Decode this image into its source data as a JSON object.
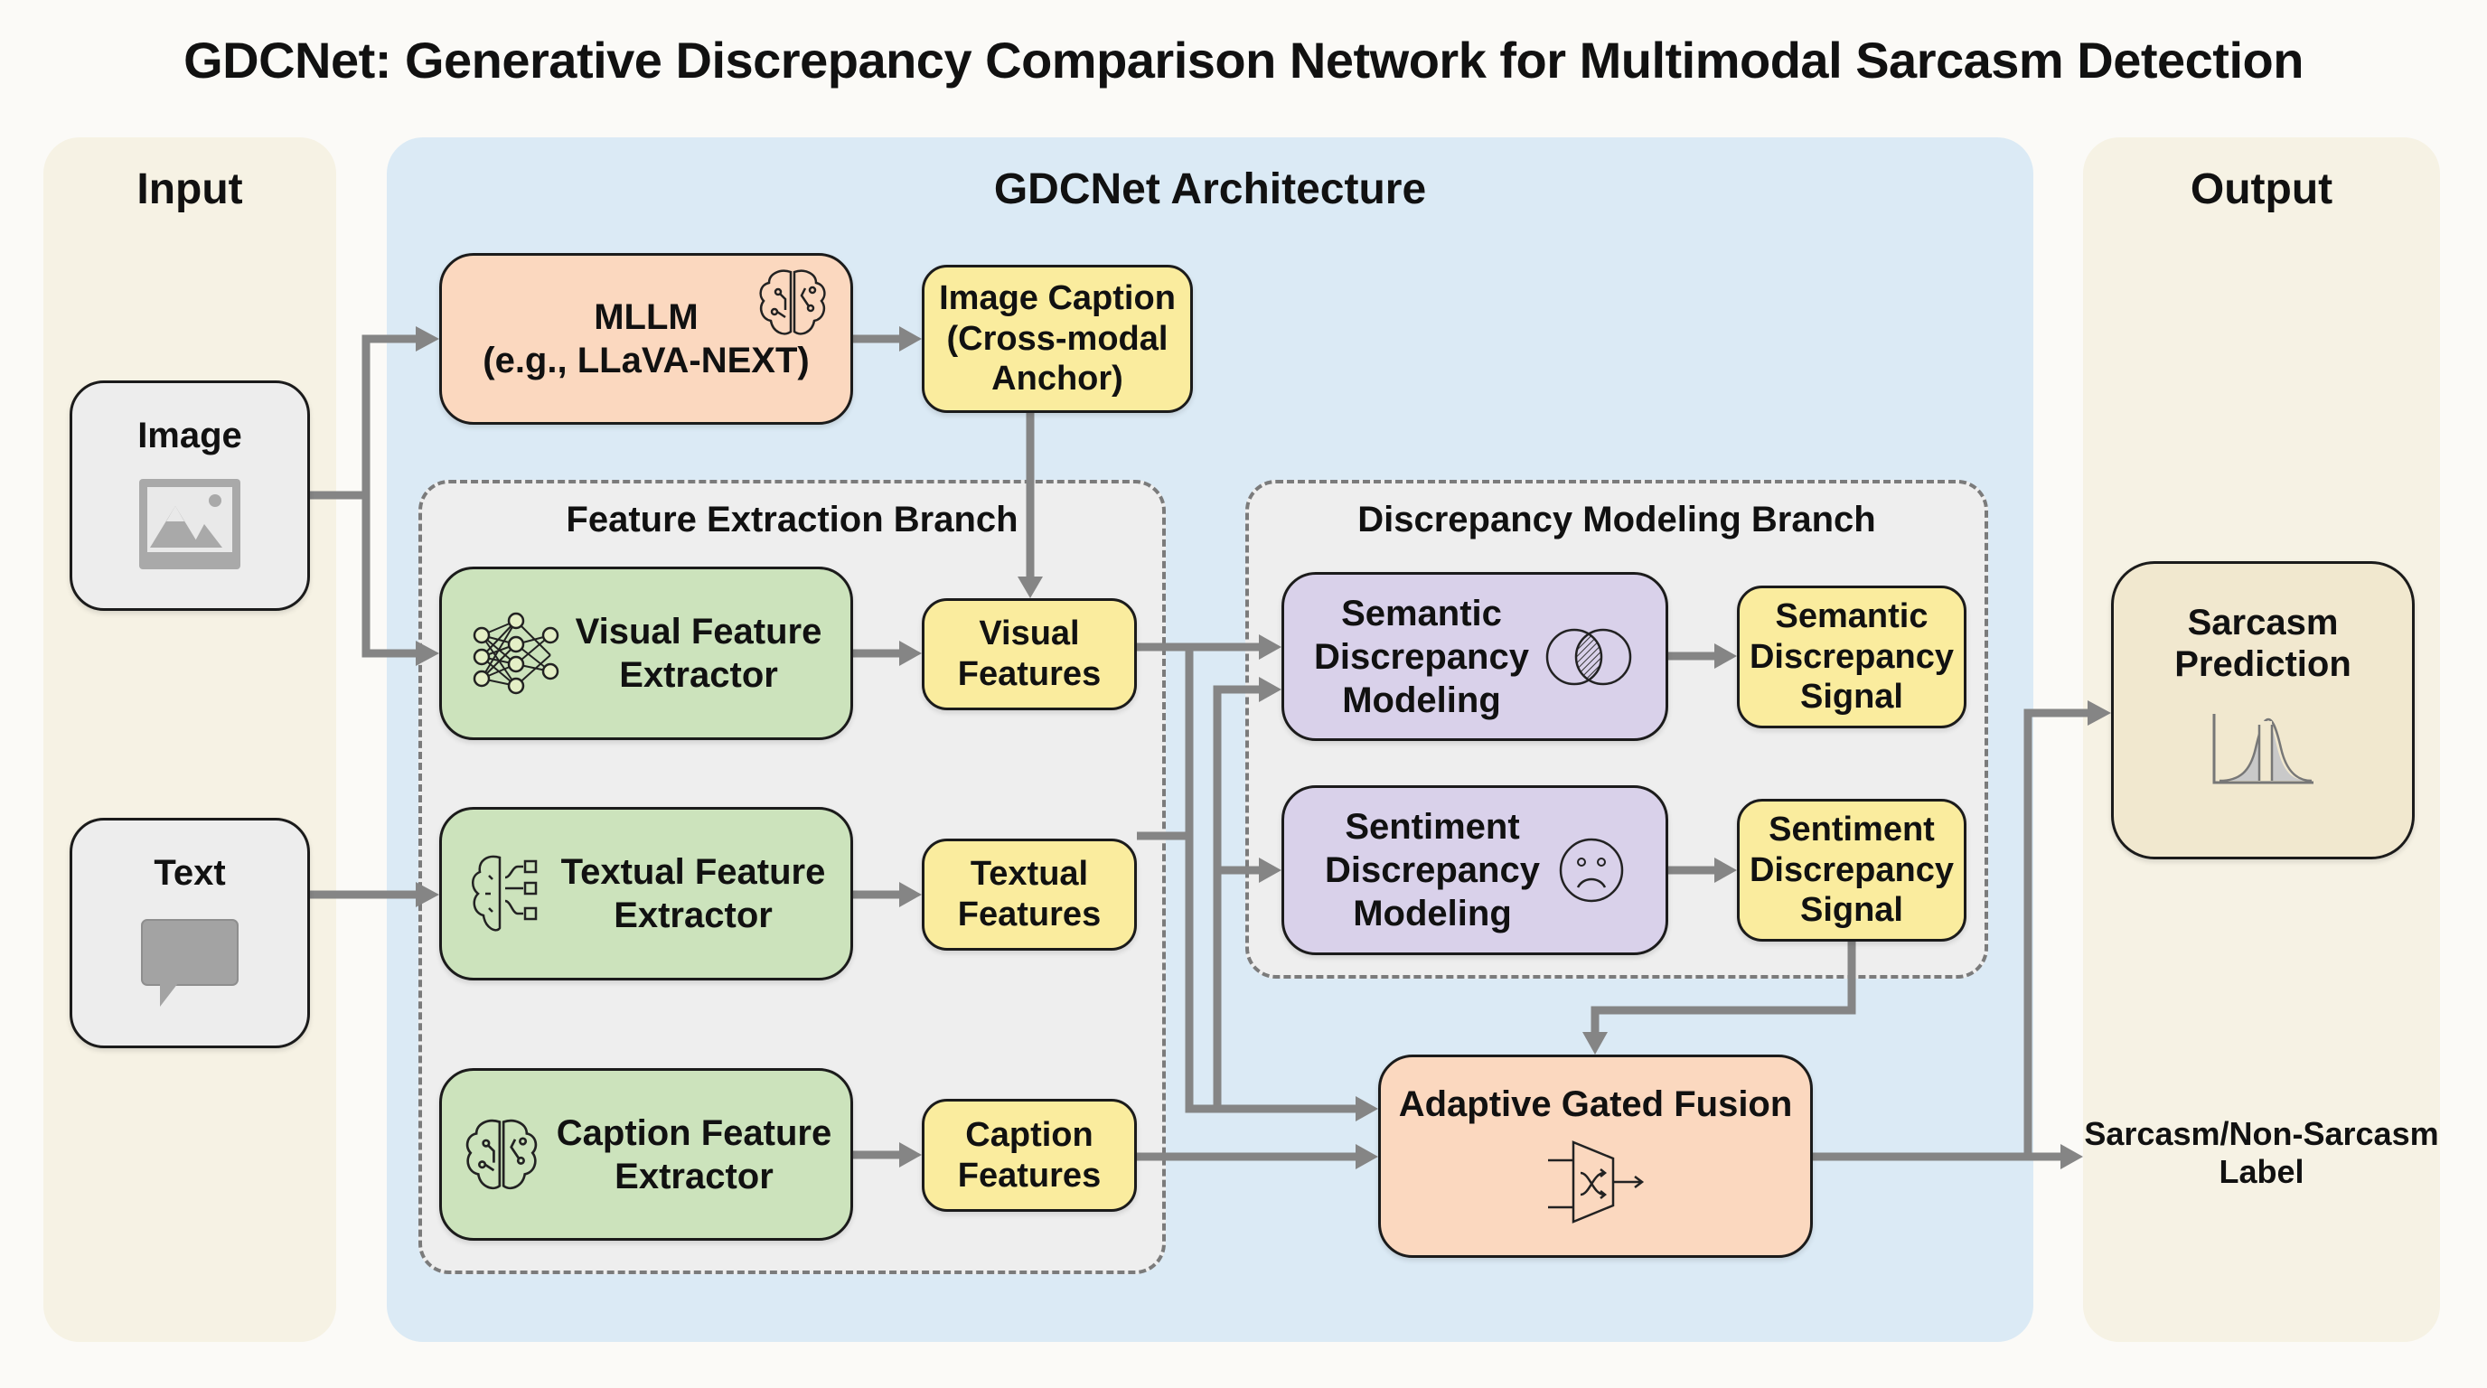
{
  "title": "GDCNet: Generative Discrepancy Comparison Network for Multimodal Sarcasm Detection",
  "panels": {
    "input": "Input",
    "architecture": "GDCNet Architecture",
    "output": "Output"
  },
  "inputs": {
    "image": {
      "label": "Image",
      "icon": "image-icon"
    },
    "text": {
      "label": "Text",
      "icon": "speech-bubble-icon"
    }
  },
  "mllm": {
    "label": "MLLM\n(e.g., LLaVA-NEXT)",
    "icon": "brain-circuit-icon"
  },
  "image_caption": {
    "label": "Image Caption\n(Cross-modal\nAnchor)"
  },
  "feature_branch": {
    "title": "Feature Extraction Branch",
    "extractors": [
      {
        "label": "Visual Feature\nExtractor",
        "icon": "neural-network-icon"
      },
      {
        "label": "Textual Feature\nExtractor",
        "icon": "brain-nodes-icon"
      },
      {
        "label": "Caption Feature\nExtractor",
        "icon": "brain-circuit-icon"
      }
    ],
    "features": [
      {
        "label": "Visual\nFeatures"
      },
      {
        "label": "Textual\nFeatures"
      },
      {
        "label": "Caption\nFeatures"
      }
    ]
  },
  "discrepancy_branch": {
    "title": "Discrepancy Modeling Branch",
    "modules": [
      {
        "label": "Semantic\nDiscrepancy\nModeling",
        "icon": "venn-diagram-icon"
      },
      {
        "label": "Sentiment\nDiscrepancy\nModeling",
        "icon": "sad-face-icon"
      }
    ],
    "signals": [
      {
        "label": "Semantic\nDiscrepancy\nSignal"
      },
      {
        "label": "Sentiment\nDiscrepancy\nSignal"
      }
    ]
  },
  "fusion": {
    "label": "Adaptive Gated Fusion",
    "icon": "gate-multiplexer-icon"
  },
  "output": {
    "prediction": {
      "label": "Sarcasm\nPrediction",
      "icon": "bell-curve-icon"
    },
    "final_label": "Sarcasm/Non-Sarcasm\nLabel"
  },
  "colors": {
    "panel_beige": "#f6f2e4",
    "panel_blue": "#dbeaf5",
    "orange": "#fbd8bf",
    "yellow": "#faec9e",
    "green": "#cce3bc",
    "purple": "#d9d1ea",
    "arrow": "#858585"
  }
}
